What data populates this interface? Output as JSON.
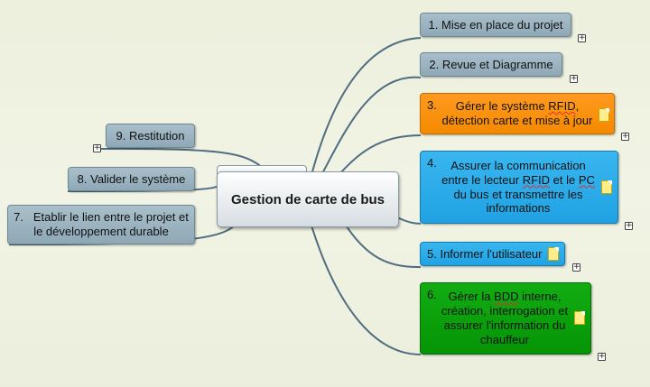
{
  "central": {
    "label": "Gestion de carte de bus"
  },
  "right_nodes": [
    {
      "num": "1.",
      "label": "Mise en place du projet",
      "color": "#a0b7c4"
    },
    {
      "num": "2.",
      "label": "Revue et Diagramme",
      "color": "#a0b7c4"
    },
    {
      "num": "3.",
      "label_parts": [
        "Gérer le système ",
        "RFID",
        ",",
        "détection carte et mise à jour"
      ],
      "color": "#ff9410"
    },
    {
      "num": "4.",
      "label_parts": [
        "Assurer la communication",
        "entre le lecteur ",
        "RFID",
        " et le ",
        "PC",
        "du bus et transmettre les",
        "informations"
      ],
      "color": "#2eaeea"
    },
    {
      "num": "5.",
      "label": "Informer l'utilisateur",
      "color": "#2eaeea"
    },
    {
      "num": "6.",
      "label_parts": [
        "Gérer la ",
        "BDD",
        " interne,",
        "création, interrogation et",
        "assurer l'information du",
        "chauffeur"
      ],
      "color": "#0aa30a"
    }
  ],
  "left_nodes": [
    {
      "num": "9.",
      "label": "Restitution"
    },
    {
      "num": "8.",
      "label": "Valider le système"
    },
    {
      "num": "7.",
      "label_line1": "Etablir le lien entre le projet et",
      "label_line2": "le développement durable"
    }
  ],
  "icons": {
    "expand": "plus-icon",
    "note": "note-icon"
  },
  "link_color": "#4f6d80"
}
